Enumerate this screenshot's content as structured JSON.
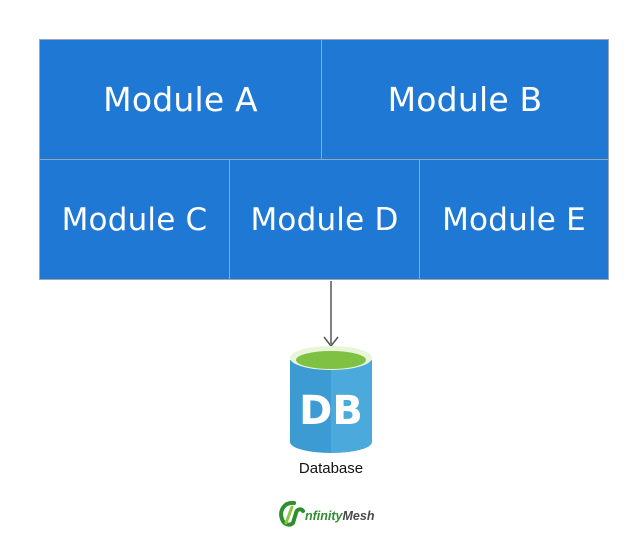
{
  "modules": [
    {
      "id": "mod-a",
      "label": "Module A"
    },
    {
      "id": "mod-b",
      "label": "Module B"
    },
    {
      "id": "mod-c",
      "label": "Module C"
    },
    {
      "id": "mod-d",
      "label": "Module D"
    },
    {
      "id": "mod-e",
      "label": "Module E"
    }
  ],
  "database": {
    "icon_text": "DB",
    "label": "Database"
  },
  "logo": {
    "word_1": "nfinity",
    "word_2": "Mesh"
  },
  "colors": {
    "module_fill": "#1e78d4",
    "module_border": "#9aa7b5",
    "connector": "#555555",
    "db_body": "#3d9bd3",
    "db_body_light": "#58b4e3",
    "db_top": "#7fc243",
    "logo_green": "#2f8f2f"
  }
}
